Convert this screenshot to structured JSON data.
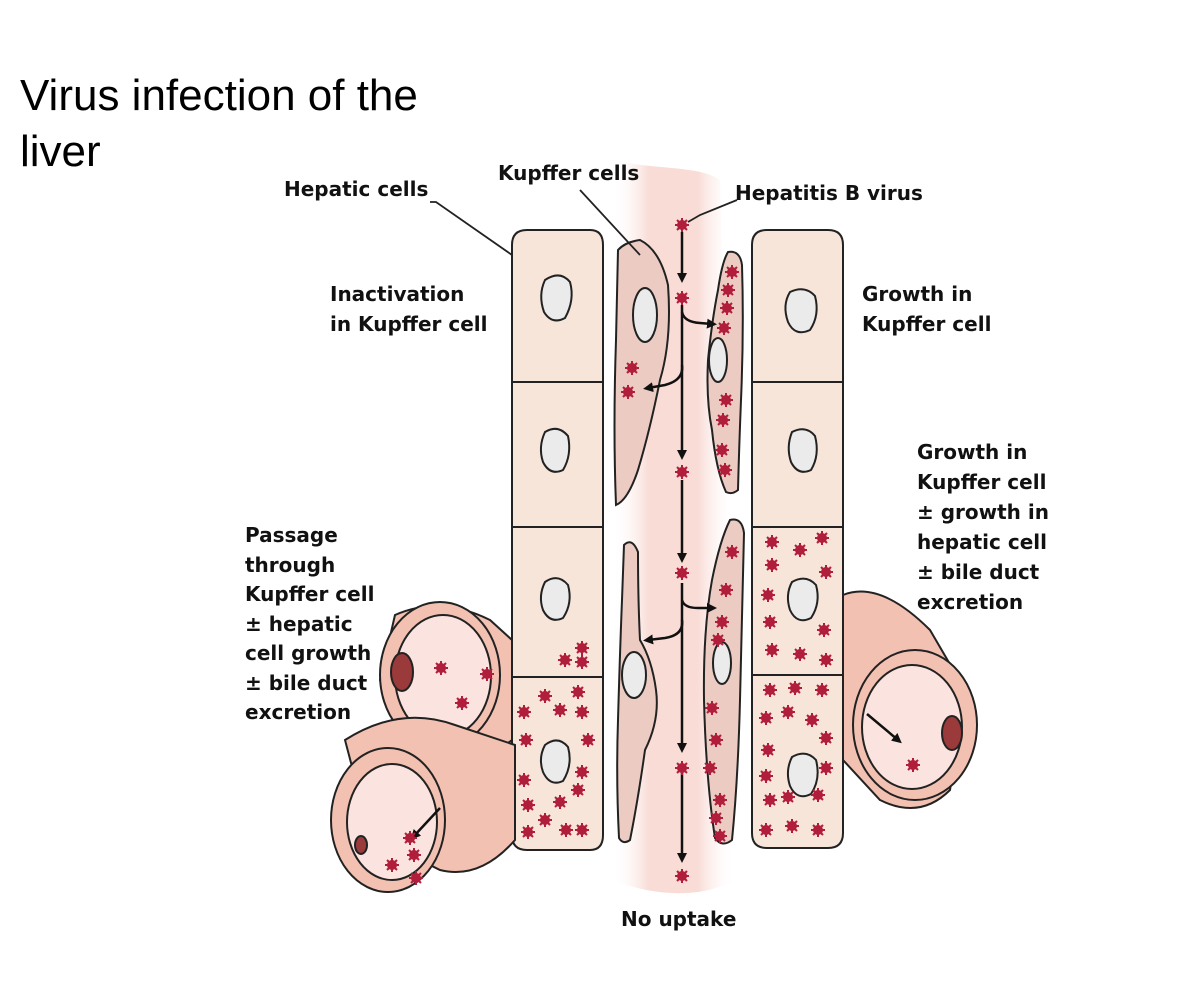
{
  "title": "Virus infection of the liver",
  "labels": {
    "hepatic_cells": "Hepatic cells",
    "kupffer_cells": "Kupffer cells",
    "hepatitis_b_virus": "Hepatitis B virus",
    "inactivation": [
      "Inactivation",
      "in Kupffer cell"
    ],
    "growth_kupffer": [
      "Growth in",
      "Kupffer cell"
    ],
    "growth_kupffer_hepatic": [
      "Growth in",
      "Kupffer cell",
      "± growth in",
      "hepatic cell",
      "± bile duct",
      "excretion"
    ],
    "passage": [
      "Passage",
      "through",
      "Kupffer cell",
      "± hepatic",
      "cell growth",
      "± bile duct",
      "excretion"
    ],
    "no_uptake": "No uptake"
  },
  "colors": {
    "hepatic_cell_fill": "#f7e5d9",
    "kupffer_cell_fill": "#eccbc2",
    "sinusoid_fill": "#fbe4df",
    "nucleus_fill": "#ebebeb",
    "virus": "#b01e3c",
    "bile_duct_fill": "#f2c1b2",
    "bile_duct_nucleus": "#9b3a3a",
    "outline": "#222222"
  }
}
